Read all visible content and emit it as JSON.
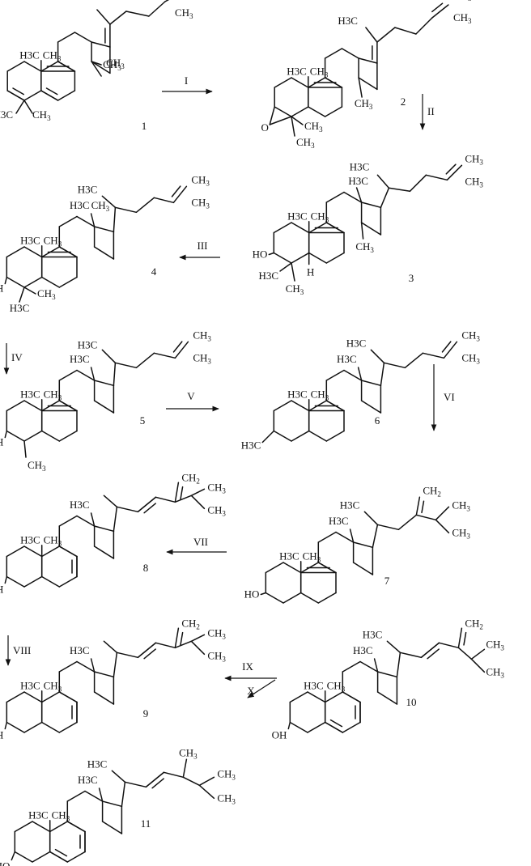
{
  "labels": {
    "CH3": "CH3",
    "H3C": "H3C",
    "CH2": "CH2",
    "OH": "OH",
    "HO": "HO",
    "H": "H"
  },
  "compounds": [
    "1",
    "2",
    "3",
    "4",
    "5",
    "6",
    "7",
    "8",
    "9",
    "10",
    "11"
  ],
  "steps": [
    "I",
    "II",
    "III",
    "IV",
    "V",
    "VI",
    "VII",
    "VIII",
    "IX",
    "X"
  ],
  "colors": {
    "ink": "#111111",
    "paper": "#ffffff"
  }
}
